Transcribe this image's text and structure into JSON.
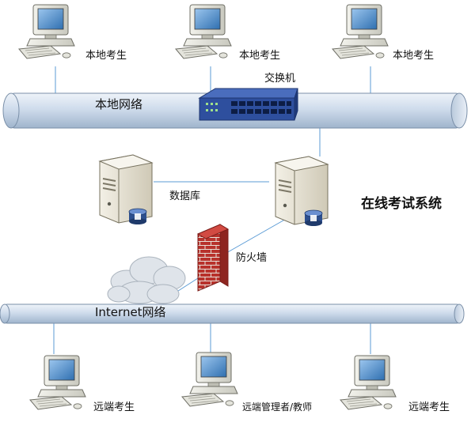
{
  "diagram": {
    "title": "在线考试系统",
    "local_network_label": "本地网络",
    "internet_network_label": "Internet网络",
    "switch_label": "交换机",
    "database_label": "数据库",
    "firewall_label": "防火墙",
    "local_examinees": [
      {
        "label": "本地考生"
      },
      {
        "label": "本地考生"
      },
      {
        "label": "本地考生"
      }
    ],
    "remote_users": [
      {
        "label": "远端考生"
      },
      {
        "label": "远端管理者/教师"
      },
      {
        "label": "远端考生"
      }
    ]
  },
  "colors": {
    "pipe_fill": "#cfdcec",
    "pipe_stroke": "#7a8fa8",
    "connector_line": "#5b9bd5",
    "switch_body": "#2e4f9e",
    "server_body": "#e6e1d2",
    "brick": "#b8322c",
    "cloud": "#dfe4ea",
    "monitor_screen": "#4a86c5"
  },
  "icons": {
    "computer": "computer-icon",
    "server": "server-icon",
    "switch": "network-switch-icon",
    "firewall": "firewall-icon",
    "cloud": "cloud-icon"
  }
}
